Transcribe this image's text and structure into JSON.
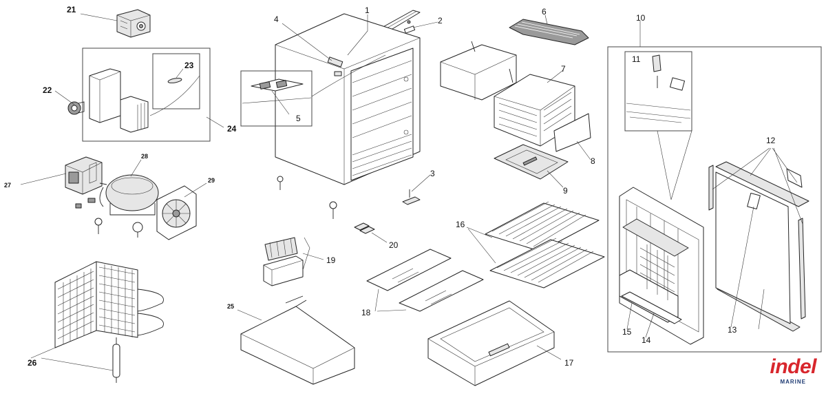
{
  "diagram": {
    "part_numbers": {
      "p1": "1",
      "p2": "2",
      "p3": "3",
      "p4": "4",
      "p5": "5",
      "p6": "6",
      "p7": "7",
      "p8": "8",
      "p9": "9",
      "p10": "10",
      "p11": "11",
      "p12": "12",
      "p13": "13",
      "p14": "14",
      "p15": "15",
      "p16": "16",
      "p17": "17",
      "p18": "18",
      "p19": "19",
      "p20": "20",
      "p21": "21",
      "p22": "22",
      "p23": "23",
      "p24": "24",
      "p25": "25",
      "p26": "26",
      "p27": "27",
      "p28": "28",
      "p29": "29"
    }
  },
  "brand": {
    "name": "indel",
    "subtitle": "MARINE",
    "name_color": "#d8262c",
    "subtitle_color": "#1f3b73"
  }
}
